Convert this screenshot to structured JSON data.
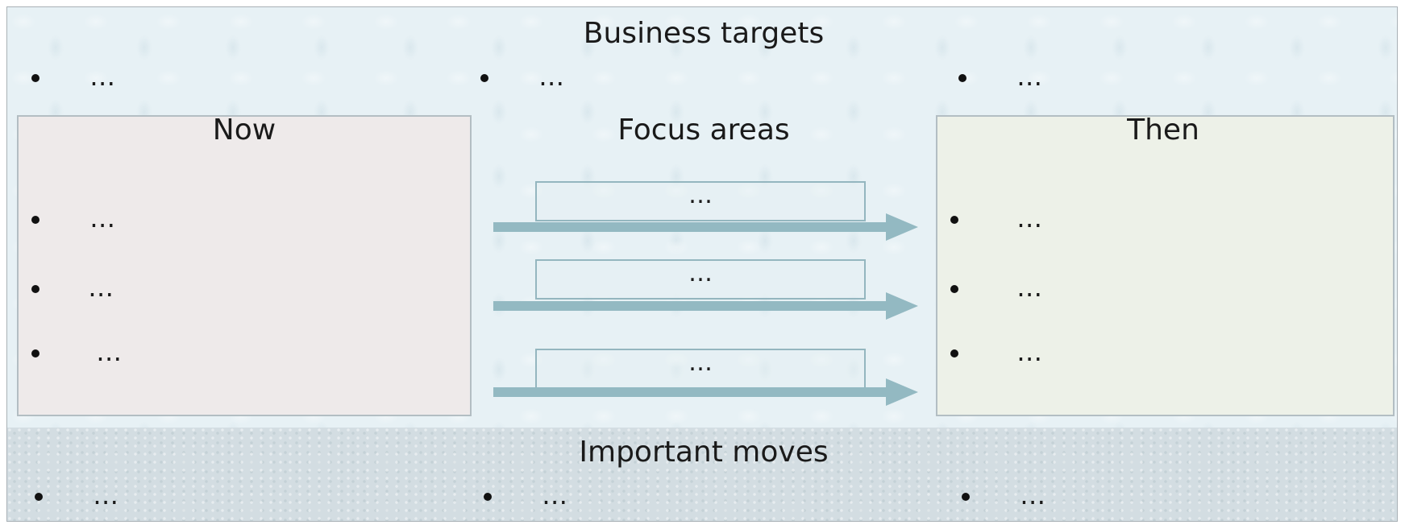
{
  "diagram": {
    "business_targets": {
      "title": "Business targets",
      "items": [
        "…",
        "…",
        "…"
      ]
    },
    "now": {
      "title": "Now",
      "items": [
        "…",
        "…",
        "…"
      ]
    },
    "focus_areas": {
      "title": "Focus areas",
      "items": [
        "…",
        "…",
        "…"
      ]
    },
    "then": {
      "title": "Then",
      "items": [
        "…",
        "…",
        "…"
      ]
    },
    "important_moves": {
      "title": "Important moves",
      "items": [
        "…",
        "…",
        "…"
      ]
    },
    "colors": {
      "background": "#e7f1f5",
      "bottom_band": "#d3dde2",
      "now_box": "#eeeaea",
      "then_box": "#edf1e8",
      "arrow": "#93b9c2",
      "border": "#b3bec3"
    }
  }
}
